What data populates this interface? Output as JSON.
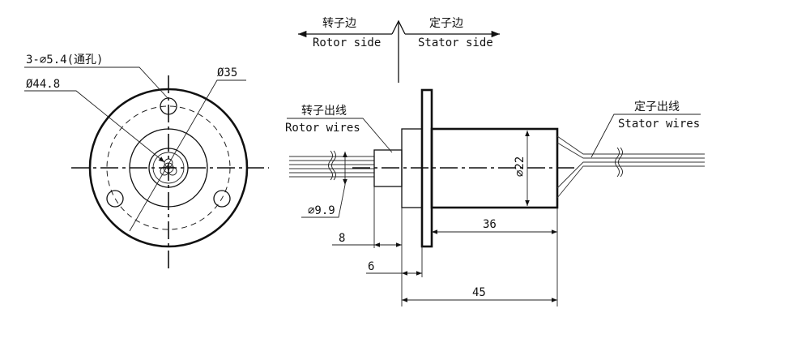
{
  "labels": {
    "rotor_side_cn": "转子边",
    "rotor_side_en": "Rotor side",
    "stator_side_cn": "定子边",
    "stator_side_en": "Stator side",
    "rotor_wires_cn": "转子出线",
    "rotor_wires_en": "Rotor wires",
    "stator_wires_cn": "定子出线",
    "stator_wires_en": "Stator wires"
  },
  "dimensions": {
    "holes": "3-⌀5.4(通孔)",
    "d_outer": "Ø44.8",
    "d_pcd": "Ø35",
    "d_body": "⌀22",
    "d_shaft": "⌀9.9",
    "len_shaft": "8",
    "len_flange": "6",
    "len_body": "36",
    "len_total": "45"
  }
}
